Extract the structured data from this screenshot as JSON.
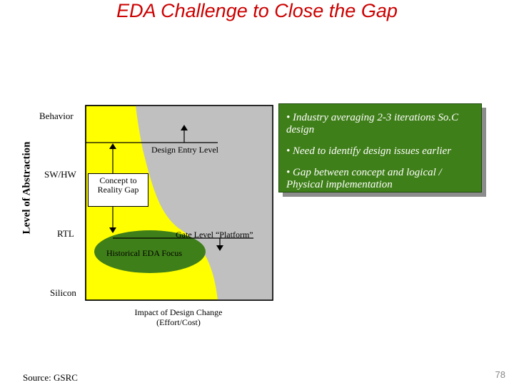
{
  "title": "EDA Challenge to Close the Gap",
  "y_axis_label": "Level of Abstraction",
  "levels": {
    "behavior": "Behavior",
    "swhw": "SW/HW",
    "rtl": "RTL",
    "silicon": "Silicon"
  },
  "labels": {
    "design_entry": "Design Entry Level",
    "concept_gap": "Concept to Reality Gap",
    "gate_level": "Gate Level “Platform”",
    "historical_focus": "Historical EDA Focus",
    "x_axis_line1": "Impact of Design Change",
    "x_axis_line2": "(Effort/Cost)"
  },
  "notes": [
    "• Industry averaging 2-3 iterations So.C design",
    "• Need to identify design issues earlier",
    "• Gap between concept and logical / Physical implementation"
  ],
  "source": "Source: GSRC",
  "page_number": "78",
  "colors": {
    "title": "#cc0000",
    "yellow_region": "#ffff00",
    "gray_region": "#c0c0c0",
    "green": "#3f7f19"
  }
}
